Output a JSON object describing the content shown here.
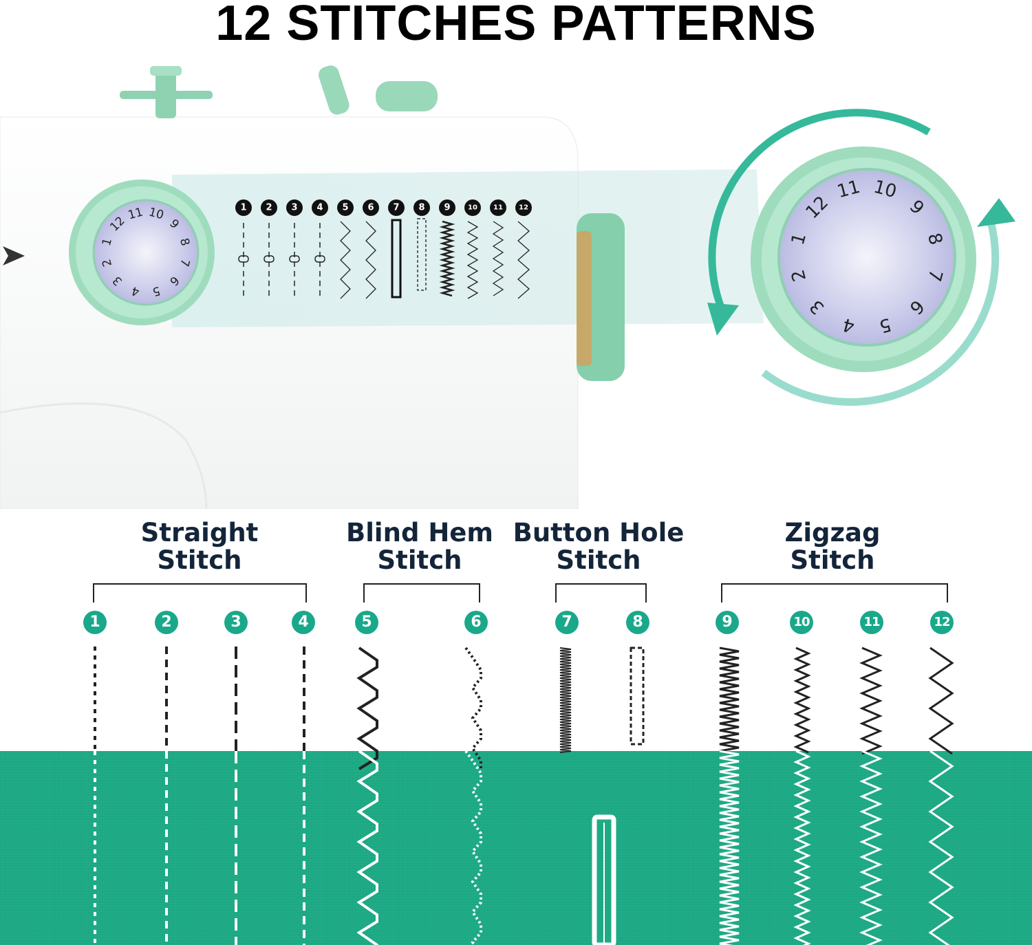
{
  "title": "12 STITCHES PATTERNS",
  "colors": {
    "accent": "#1aa88a",
    "mint": "#a8e6c8",
    "fabric": "#1daa85",
    "dark_text": "#14253a"
  },
  "machine_dial": {
    "numbers": [
      "10",
      "9",
      "8",
      "7",
      "6",
      "5",
      "4",
      "3",
      "2",
      "1",
      "12",
      "11"
    ]
  },
  "machine_panel": {
    "numbers": [
      "1",
      "2",
      "3",
      "4",
      "5",
      "6",
      "7",
      "8",
      "9",
      "10",
      "11",
      "12"
    ]
  },
  "zoom_dial": {
    "numbers": [
      "10",
      "9",
      "8",
      "7",
      "6",
      "5",
      "4",
      "3",
      "2",
      "1",
      "12",
      "11"
    ],
    "icons": [
      "rotate-arrow-left-icon",
      "rotate-arrow-right-icon"
    ]
  },
  "groups": [
    {
      "line1": "Straight",
      "line2": "Stitch",
      "numbers": [
        "1",
        "2",
        "3",
        "4"
      ]
    },
    {
      "line1": "Blind Hem",
      "line2": "Stitch",
      "numbers": [
        "5",
        "6"
      ]
    },
    {
      "line1": "Button Hole",
      "line2": "Stitch",
      "numbers": [
        "7",
        "8"
      ]
    },
    {
      "line1": "Zigzag",
      "line2": "Stitch",
      "numbers": [
        "9",
        "10",
        "11",
        "12"
      ]
    }
  ]
}
